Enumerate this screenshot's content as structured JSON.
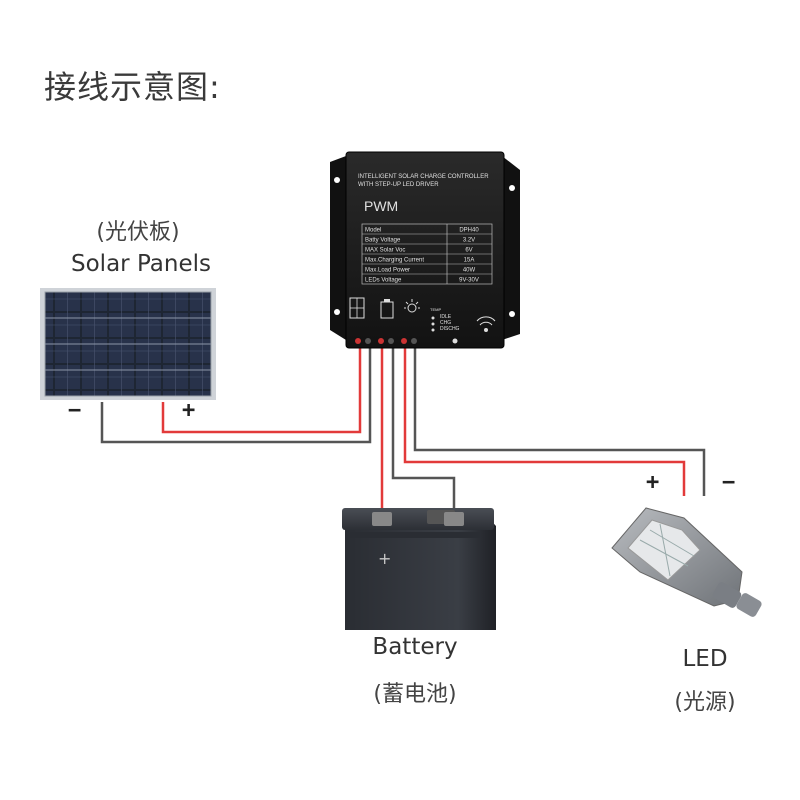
{
  "title": "接线示意图:",
  "solar": {
    "cn": "(光伏板)",
    "en": "Solar Panels",
    "neg": "−",
    "pos": "+"
  },
  "battery": {
    "cn": "(蓄电池)",
    "en": "Battery",
    "plus": "+"
  },
  "led": {
    "cn": "(光源)",
    "en": "LED",
    "pos": "+",
    "neg": "−"
  },
  "controller": {
    "headline1": "INTELLIGENT SOLAR CHARGE CONTROLLER",
    "headline2": "WITH STEP-UP LED DRIVER",
    "mode": "PWM",
    "status": {
      "temp": "TEMP",
      "idle": "IDLE",
      "chg": "CHG",
      "dischg": "DISCHG"
    },
    "specs": [
      {
        "k": "Model",
        "v": "DPH40"
      },
      {
        "k": "Batty Voltage",
        "v": "3.2V"
      },
      {
        "k": "MAX Solar Voc",
        "v": "6V"
      },
      {
        "k": "Max.Charging Current",
        "v": "15A"
      },
      {
        "k": "Max.Load Power",
        "v": "40W"
      },
      {
        "k": "LEDs Voltage",
        "v": "9V-30V"
      }
    ]
  },
  "colors": {
    "red_wire": "#e23a3a",
    "black_wire": "#555555",
    "housing": "#1c1c1c"
  }
}
